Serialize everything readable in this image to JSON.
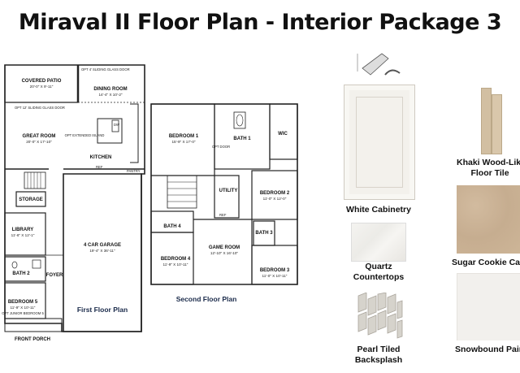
{
  "title": "Miraval II Floor Plan - Interior Package 3",
  "first_floor": {
    "caption": "First Floor Plan",
    "rooms": {
      "covered_patio": {
        "name": "COVERED PATIO",
        "dim": "20'-0\" X 9'-11\""
      },
      "dining_room": {
        "name": "DINING ROOM",
        "dim": "14'-4\" X 10'-2\""
      },
      "great_room": {
        "name": "GREAT ROOM",
        "dim": "20'-0\" X 17'-10\""
      },
      "kitchen": {
        "name": "KITCHEN"
      },
      "storage": {
        "name": "STORAGE"
      },
      "library": {
        "name": "LIBRARY",
        "dim": "11'-6\" X 12'-1\""
      },
      "garage": {
        "name": "4 CAR GARAGE",
        "dim": "19'-4\" X 36'-11\""
      },
      "bath2": {
        "name": "BATH 2"
      },
      "bedroom5": {
        "name": "BEDROOM 5",
        "dim": "11'-9\" X 10'-11\""
      },
      "foyer": {
        "name": "FOYER"
      },
      "front_porch": {
        "name": "FRONT PORCH"
      }
    },
    "notes": {
      "opt4_door": "OPT 4' SLIDING GLASS DOOR",
      "opt12_door": "OPT 12' SLIDING GLASS DOOR",
      "opt_island": "OPT EXTENDED ISLAND",
      "ref": "REF",
      "pantry": "PANTRY",
      "dw": "DW",
      "opt_junior": "OPT JUNIOR BEDROOM 5"
    }
  },
  "second_floor": {
    "caption": "Second Floor Plan",
    "rooms": {
      "bedroom1": {
        "name": "BEDROOM 1",
        "dim": "15'-9\" X 17'-0\""
      },
      "bath1": {
        "name": "BATH 1"
      },
      "wic": {
        "name": "WIC"
      },
      "bedroom2": {
        "name": "BEDROOM 2",
        "dim": "11'-0\" X 12'-0\""
      },
      "utility": {
        "name": "UTILITY"
      },
      "bath4": {
        "name": "BATH 4"
      },
      "bedroom4": {
        "name": "BEDROOM 4",
        "dim": "11'-9\" X 10'-11\""
      },
      "game_room": {
        "name": "GAME ROOM",
        "dim": "12'-10\" X 16'-10\""
      },
      "bath3": {
        "name": "BATH 3"
      },
      "bedroom3": {
        "name": "BEDROOM 3",
        "dim": "11'-0\" X 10'-11\""
      }
    },
    "notes": {
      "opt_door": "OPT DOOR",
      "ref": "REF"
    }
  },
  "finishes": {
    "cabinetry": {
      "label": "White Cabinetry",
      "color": "#f3f1ec"
    },
    "countertops": {
      "label_line1": "Quartz",
      "label_line2": "Countertops",
      "color": "#f2f1ee"
    },
    "backsplash": {
      "label_line1": "Pearl Tiled",
      "label_line2": "Backsplash",
      "color": "#d9d6cf"
    },
    "floor_tile": {
      "label_line1": "Khaki Wood-Lik",
      "label_line2": "Floor Tile",
      "color": "#d6c3a6"
    },
    "carpet": {
      "label": "Sugar Cookie Car",
      "color": "#cbb397"
    },
    "paint": {
      "label": "Snowbound Pain",
      "color": "#f2f0ed"
    }
  }
}
